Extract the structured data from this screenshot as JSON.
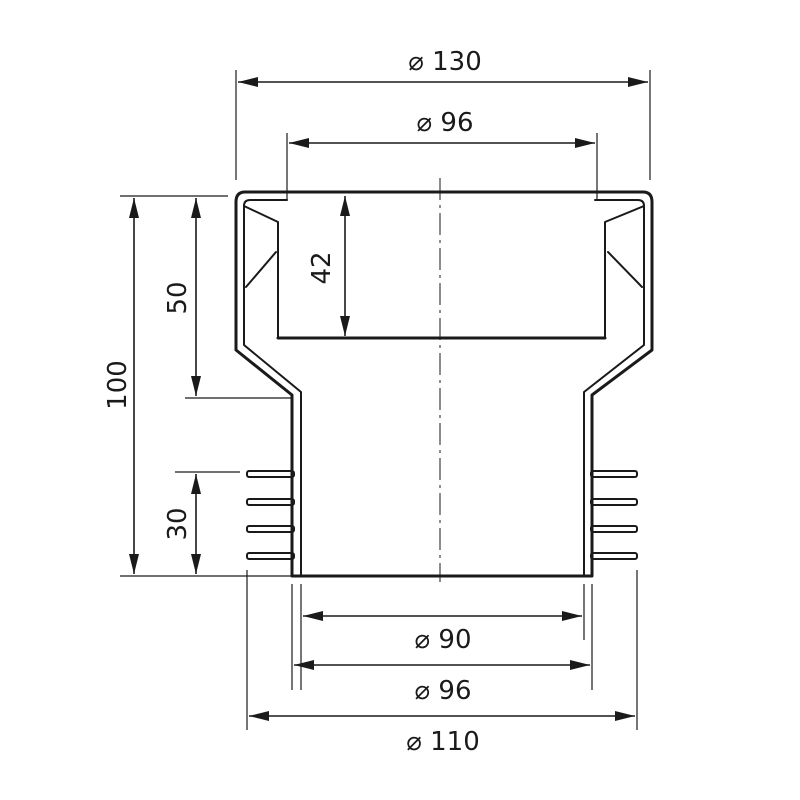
{
  "diagram": {
    "dimensions": {
      "top_outer_diameter": "⌀ 130",
      "top_inner_diameter": "⌀ 96",
      "socket_depth": "42",
      "upper_height": "50",
      "total_height": "100",
      "fin_zone_height": "30",
      "bottom_inner_diameter": "⌀ 90",
      "bottom_outer_diameter": "⌀ 96",
      "fin_diameter": "⌀ 110"
    }
  }
}
